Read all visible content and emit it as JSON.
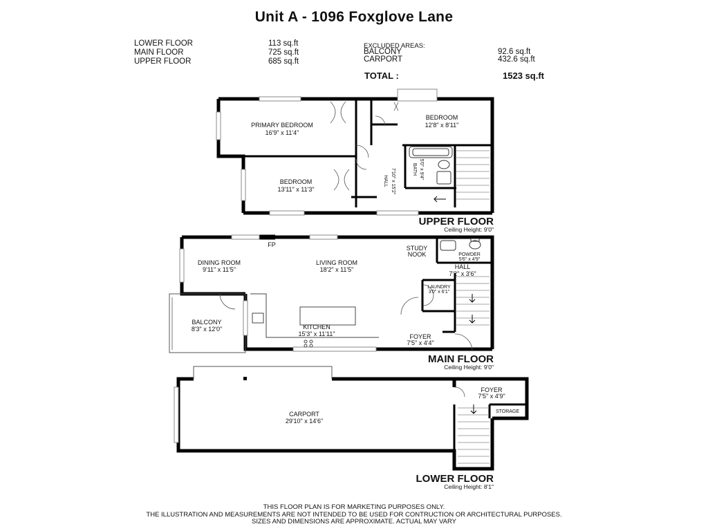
{
  "title": "Unit A - 1096 Foxglove Lane",
  "areas": {
    "lower_label": "LOWER FLOOR",
    "lower_value": "113 sq.ft",
    "main_label": "MAIN FLOOR",
    "main_value": "725 sq.ft",
    "upper_label": "UPPER FLOOR",
    "upper_value": "685 sq.ft",
    "excluded_heading": "EXCLUDED AREAS:",
    "balcony_label": "BALCONY",
    "balcony_value": "92.6 sq.ft",
    "carport_label": "CARPORT",
    "carport_value": "432.6 sq.ft",
    "total_label": "TOTAL :",
    "total_value": "1523 sq.ft"
  },
  "upper_floor": {
    "name": "UPPER FLOOR",
    "ceiling": "Ceiling Height: 9'0\"",
    "primary_bedroom": {
      "name": "PRIMARY BEDROOM",
      "dims": "16'9\" x 11'4\""
    },
    "bedroom_right": {
      "name": "BEDROOM",
      "dims": "12'8\" x 8'11\""
    },
    "bedroom_left": {
      "name": "BEDROOM",
      "dims": "13'11\" x 11'3\""
    },
    "hall": {
      "name": "HALL",
      "dims": "7'10\" x 15'2\""
    },
    "bath": {
      "name": "BATH",
      "dims": "5'0\" x 9'4\""
    }
  },
  "main_floor": {
    "name": "MAIN FLOOR",
    "ceiling": "Ceiling Height: 9'0\"",
    "fp": "FP",
    "dining": {
      "name": "DINING ROOM",
      "dims": "9'11\" x 11'5\""
    },
    "living": {
      "name": "LIVING ROOM",
      "dims": "18'2\" x 11'5\""
    },
    "study_1": "STUDY",
    "study_2": "NOOK",
    "powder": {
      "name": "POWDER",
      "dims": "5'6\" x 4'9\""
    },
    "hall": {
      "name": "HALL",
      "dims": "7'2\" x 3'6\""
    },
    "laundry": {
      "name": "LAUNDRY",
      "dims": "3'0\" x 6'1\""
    },
    "balcony": {
      "name": "BALCONY",
      "dims": "8'3\" x 12'0\""
    },
    "kitchen": {
      "name": "KITCHEN",
      "dims": "15'3\" x 11'11\""
    },
    "foyer": {
      "name": "FOYER",
      "dims": "7'5\" x 4'4\""
    }
  },
  "lower_floor": {
    "name": "LOWER FLOOR",
    "ceiling": "Ceiling Height: 8'1\"",
    "carport": {
      "name": "CARPORT",
      "dims": "29'10\" x 14'6\""
    },
    "foyer": {
      "name": "FOYER",
      "dims": "7'5\" x 4'9\""
    },
    "storage": "STORAGE"
  },
  "disclaimer": {
    "line1": "THIS FLOOR PLAN IS FOR MARKETING PURPOSES ONLY.",
    "line2": "THE ILLUSTRATION AND MEASUREMENTS ARE NOT INTENDED TO BE USED FOR CONTRUCTION OR ARCHITECTURAL PURPOSES.",
    "line3": "SIZES AND DIMENSIONS ARE APPROXIMATE. ACTUAL MAY VARY"
  }
}
